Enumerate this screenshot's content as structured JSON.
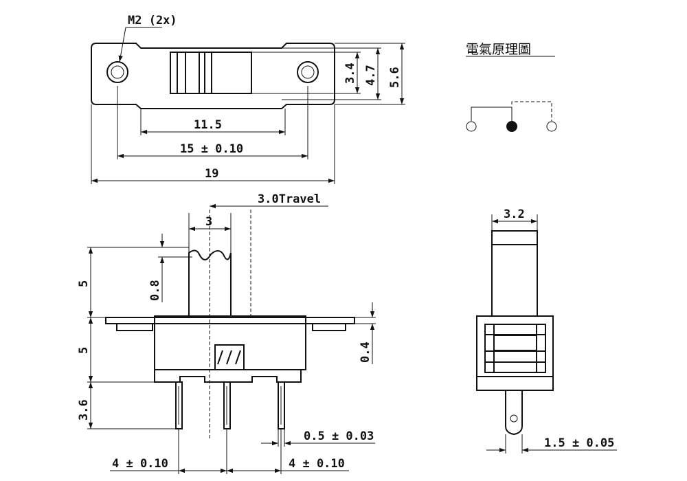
{
  "top_view": {
    "label_screw": "M2 (2x)",
    "dim_11_5": "11.5",
    "dim_15": "15 ± 0.10",
    "dim_19": "19",
    "dim_3_4": "3.4",
    "dim_4_7": "4.7",
    "dim_5_6": "5.6"
  },
  "schematic": {
    "title": "電氣原理圖"
  },
  "front_view": {
    "dim_travel": "3.0Travel",
    "dim_3": "3",
    "dim_0_8": "0.8",
    "dim_5_upper": "5",
    "dim_5_lower": "5",
    "dim_3_6": "3.6",
    "dim_0_4": "0.4",
    "dim_0_5": "0.5 ± 0.03",
    "dim_4_left": "4 ± 0.10",
    "dim_4_right": "4 ± 0.10"
  },
  "side_view": {
    "dim_3_2": "3.2",
    "dim_1_5": "1.5 ± 0.05"
  }
}
